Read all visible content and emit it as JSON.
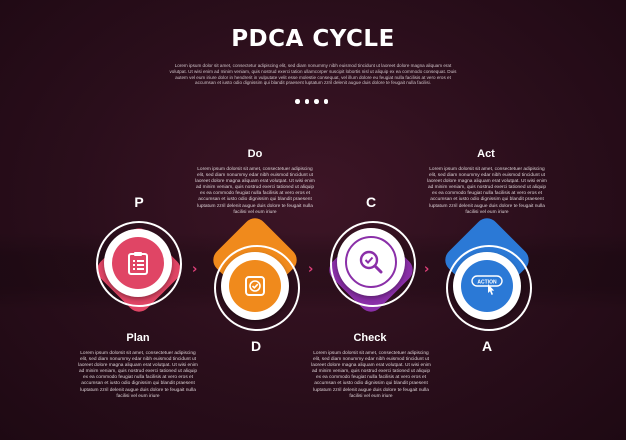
{
  "title": "PDCA CYCLE",
  "subtitle": "Lorem ipsum dolor sit amet, consectetur adipiscing elit, sed diam nonummy nibh euismod tincidunt ut laoreet dolore magna aliquam erat volutpat. Ut wisi enim ad minim veniam, quis nostrud exerci tation ullamcorper suscipit lobortis nisl ut aliquip ex ea commodo consequat. Duis autem vel eum iriure dolor in hendrerit in vulputate velit esse molestie consequat, vel illum dolore eu feugiat nulla facilisis at vero eros et accumsan et iusto odio dignissim qui blandit praesent luptatum zzril delenit augue duis dolore te feugait nulla facilisi.",
  "steps": [
    {
      "letter": "P",
      "label": "Plan",
      "color": "#e04565",
      "icon": "clipboard-icon",
      "text": "Lorem ipsum dolorsit sit amet, consectetuer adipiscing elit, sed diam nonummy edar nibh euismod tincidunt ut laoreet dolore magna aliquam erat volutpat. Ut wisi enim ad minim veniam, quis nostrud exerci tationed ut aliquip ex ea commodo feugiat nulla facilisis at vero eros et accumsan et iusto odio dignissim qui blandit praesent luptatum zzril delenit augue duis dolore te feugait nulla facilisi vel eum iriure"
    },
    {
      "letter": "D",
      "label": "Do",
      "color": "#f08a1c",
      "icon": "checkbox-icon",
      "text": "Lorem ipsum dolorsit sit amet, consectetuer adipiscing elit, sed diam nonummy edar nibh euismod tincidunt ut laoreet dolore magna aliquam erat volutpat. Ut wisi enim ad minim veniam, quis nostrud exerci tationed ut aliquip ex ea commodo feugiat nulla facilisis at vero eros et accumsan et iusto odio dignissim qui blandit praesent luptatum zzril delenit augue duis dolore te feugait nulla facilisi vel eum iriure"
    },
    {
      "letter": "C",
      "label": "Check",
      "color": "#8a2fa8",
      "icon": "magnifier-check-icon",
      "text": "Lorem ipsum dolorsit sit amet, consectetuer adipiscing elit, sed diam nonummy edar nibh euismod tincidunt ut laoreet dolore magna aliquam erat volutpat. Ut wisi enim ad minim veniam, quis nostrud exerci tationed ut aliquip ex ea commodo feugiat nulla facilisis at vero eros et accumsan et iusto odio dignissim qui blandit praesent luptatum zzril delenit augue duis dolore te feugait nulla facilisi vel eum iriure"
    },
    {
      "letter": "A",
      "label": "Act",
      "color": "#2b79d6",
      "icon": "action-button-icon",
      "icon_text": "ACTION",
      "text": "Lorem ipsum dolorsit sit amet, consectetuer adipiscing elit, sed diam nonummy edar nibh euismod tincidunt ut laoreet dolore magna aliquam erat volutpat. Ut wisi enim ad minim veniam, quis nostrud exerci tationed ut aliquip ex ea commodo feugiat nulla facilisis at vero eros et accumsan et iusto odio dignissim qui blandit praesent luptatum zzril delenit augue duis dolore te feugait nulla facilisi vel eum iriure"
    }
  ]
}
